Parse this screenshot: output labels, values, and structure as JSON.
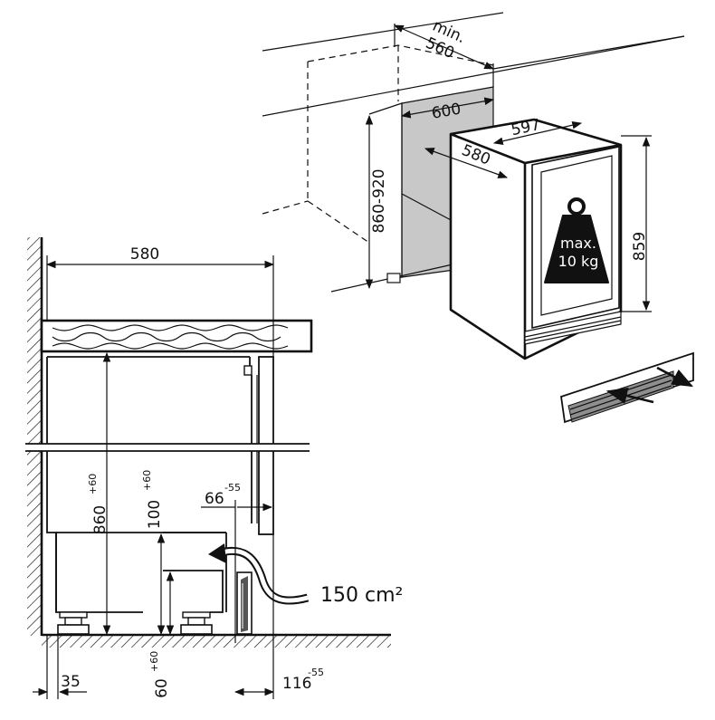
{
  "labels": {
    "min": "min.",
    "niche_depth": "560",
    "niche_width": "600",
    "niche_height": "860-920",
    "appliance_width": "597",
    "appliance_depth": "580",
    "appliance_height": "859",
    "weight_line1": "max.",
    "weight_line2": "10 kg",
    "side_depth": "580",
    "side_height": "860",
    "side_height_tol": "+60",
    "plinth_height": "100",
    "plinth_height_tol": "+60",
    "recess": "66",
    "recess_tol": "-55",
    "foot_height": "60",
    "foot_height_tol": "+60",
    "foot_offset": "35",
    "plinth_depth": "116",
    "plinth_depth_tol": "-55",
    "vent_area": "150 cm²"
  }
}
